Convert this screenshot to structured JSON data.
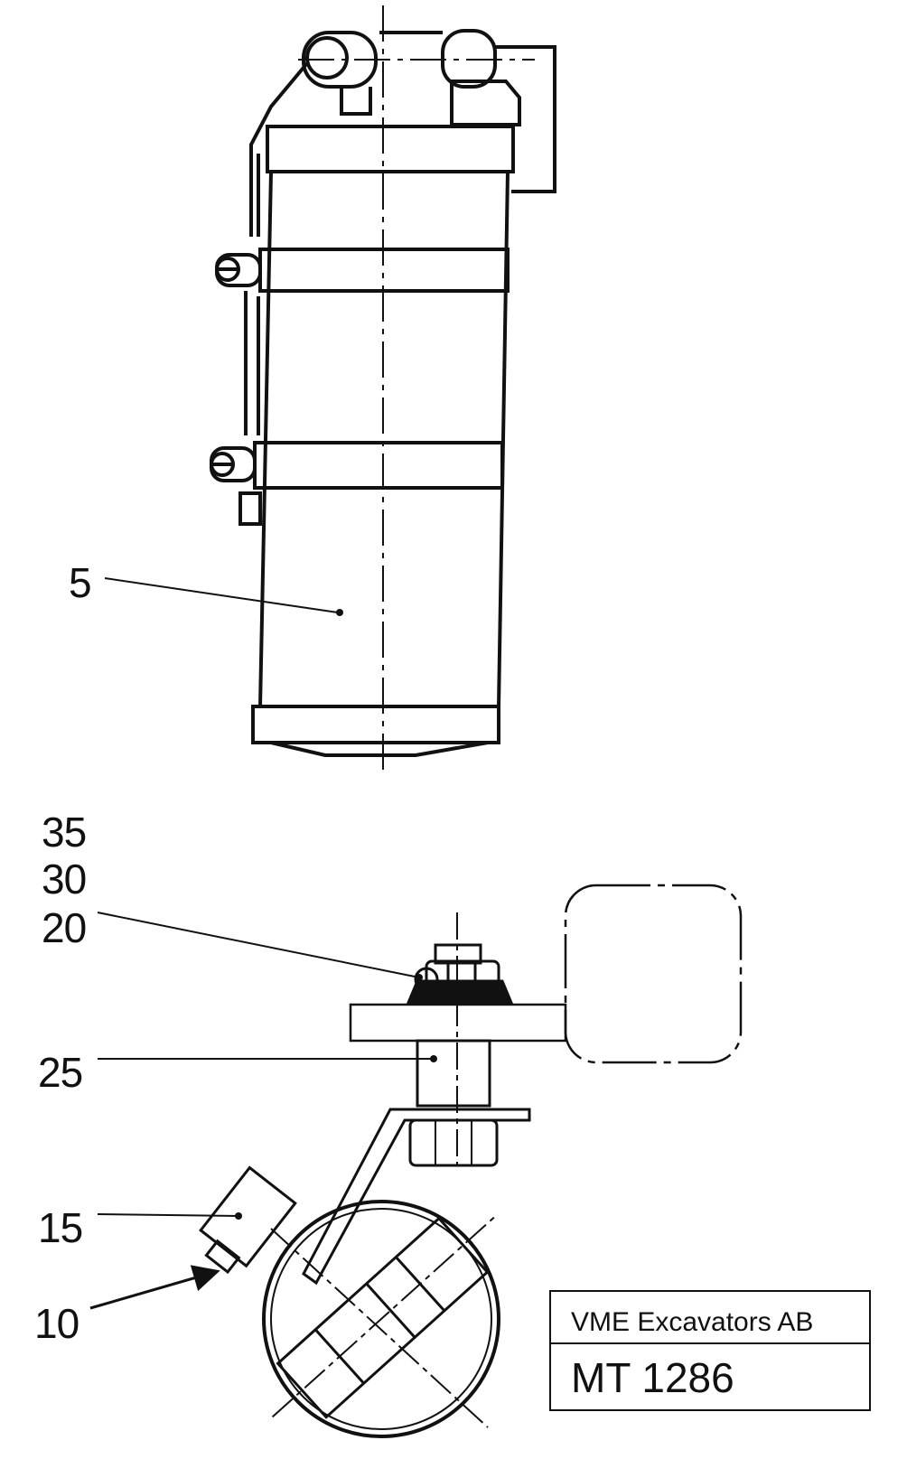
{
  "callouts": {
    "c5": "5",
    "c35": "35",
    "c30": "30",
    "c20": "20",
    "c25": "25",
    "c15": "15",
    "c10": "10"
  },
  "title_block": {
    "company": "VME Excavators AB",
    "drawing_number": "MT 1286"
  }
}
